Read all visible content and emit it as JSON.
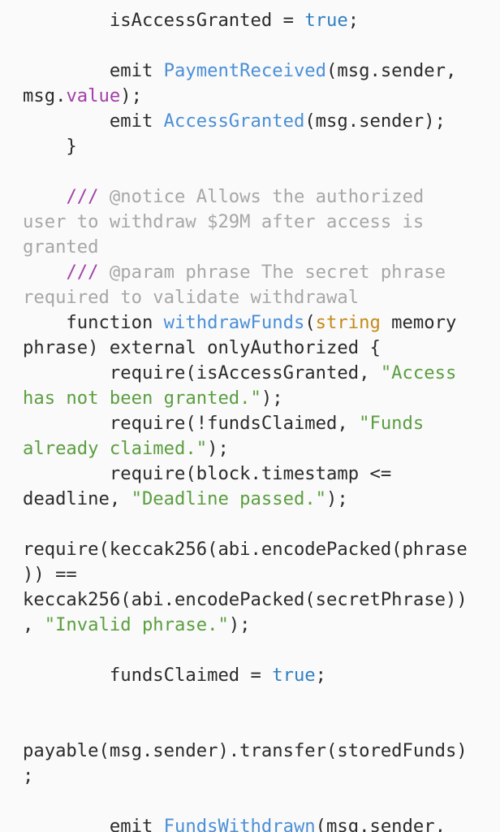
{
  "colors": {
    "background": "#fafafa",
    "default": "#2b2b2b",
    "fn": "#4a8fd6",
    "kw": "#2f7fc2",
    "str": "#5a9e3f",
    "com": "#a7a7a7",
    "doc": "#a23fa8",
    "type": "#c48a1a",
    "prop": "#a23fa8"
  },
  "code_lines": [
    [
      {
        "t": "        isAccessGranted = ",
        "c": "default"
      },
      {
        "t": "true",
        "c": "kw"
      },
      {
        "t": ";",
        "c": "default"
      }
    ],
    [],
    [
      {
        "t": "        emit ",
        "c": "default"
      },
      {
        "t": "PaymentReceived",
        "c": "fn"
      },
      {
        "t": "(msg.sender,",
        "c": "default"
      }
    ],
    [
      {
        "t": "msg.",
        "c": "default"
      },
      {
        "t": "value",
        "c": "prop"
      },
      {
        "t": ");",
        "c": "default"
      }
    ],
    [
      {
        "t": "        emit ",
        "c": "default"
      },
      {
        "t": "AccessGranted",
        "c": "fn"
      },
      {
        "t": "(msg.sender);",
        "c": "default"
      }
    ],
    [
      {
        "t": "    }",
        "c": "default"
      }
    ],
    [],
    [
      {
        "t": "    ",
        "c": "default"
      },
      {
        "t": "///",
        "c": "doc"
      },
      {
        "t": " @notice Allows the authorized",
        "c": "com"
      }
    ],
    [
      {
        "t": "user to withdraw $29M after access is",
        "c": "com"
      }
    ],
    [
      {
        "t": "granted",
        "c": "com"
      }
    ],
    [
      {
        "t": "    ",
        "c": "default"
      },
      {
        "t": "///",
        "c": "doc"
      },
      {
        "t": " @param phrase The secret phrase",
        "c": "com"
      }
    ],
    [
      {
        "t": "required to validate withdrawal",
        "c": "com"
      }
    ],
    [
      {
        "t": "    function ",
        "c": "default"
      },
      {
        "t": "withdrawFunds",
        "c": "fn"
      },
      {
        "t": "(",
        "c": "default"
      },
      {
        "t": "string",
        "c": "type"
      },
      {
        "t": " memory",
        "c": "default"
      }
    ],
    [
      {
        "t": "phrase) external onlyAuthorized {",
        "c": "default"
      }
    ],
    [
      {
        "t": "        require(isAccessGranted, ",
        "c": "default"
      },
      {
        "t": "\"Access",
        "c": "str"
      }
    ],
    [
      {
        "t": "has not been granted.\"",
        "c": "str"
      },
      {
        "t": ");",
        "c": "default"
      }
    ],
    [
      {
        "t": "        require(!fundsClaimed, ",
        "c": "default"
      },
      {
        "t": "\"Funds",
        "c": "str"
      }
    ],
    [
      {
        "t": "already claimed.\"",
        "c": "str"
      },
      {
        "t": ");",
        "c": "default"
      }
    ],
    [
      {
        "t": "        require(block.timestamp <=",
        "c": "default"
      }
    ],
    [
      {
        "t": "deadline, ",
        "c": "default"
      },
      {
        "t": "\"Deadline passed.\"",
        "c": "str"
      },
      {
        "t": ");",
        "c": "default"
      }
    ],
    [],
    [
      {
        "t": "require(keccak256(abi.encodePacked(phrase",
        "c": "default"
      }
    ],
    [
      {
        "t": ")) ==",
        "c": "default"
      }
    ],
    [
      {
        "t": "keccak256(abi.encodePacked(secretPhrase))",
        "c": "default"
      }
    ],
    [
      {
        "t": ", ",
        "c": "default"
      },
      {
        "t": "\"Invalid phrase.\"",
        "c": "str"
      },
      {
        "t": ");",
        "c": "default"
      }
    ],
    [],
    [
      {
        "t": "        fundsClaimed = ",
        "c": "default"
      },
      {
        "t": "true",
        "c": "kw"
      },
      {
        "t": ";",
        "c": "default"
      }
    ],
    [],
    [],
    [
      {
        "t": "payable(msg.sender).transfer(storedFunds)",
        "c": "default"
      }
    ],
    [
      {
        "t": ";",
        "c": "default"
      }
    ],
    [],
    [
      {
        "t": "        emit ",
        "c": "default"
      },
      {
        "t": "FundsWithdrawn",
        "c": "fn"
      },
      {
        "t": "(msg.sender,",
        "c": "default"
      }
    ]
  ]
}
